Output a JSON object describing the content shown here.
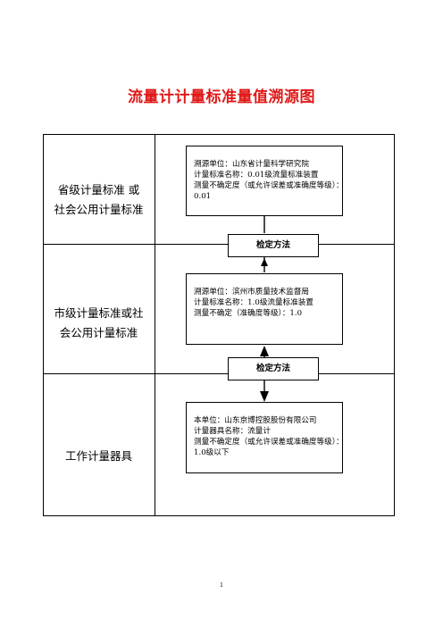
{
  "title": "流量计计量标准量值溯源图",
  "rows": [
    {
      "label_lines": [
        "省级计量标准 或",
        "社会公用计量标准"
      ]
    },
    {
      "label_lines": [
        "市级计量标准或社",
        "会公用计量标准"
      ]
    },
    {
      "label_lines": [
        "工作计量器具"
      ]
    }
  ],
  "boxes": [
    {
      "lines": [
        "溯源单位：山东省计量科学研究院",
        "计量标准名称：0.01级流量标准装置",
        "测量不确定度（或允许误差或准确度等级）：",
        "0.01"
      ]
    },
    {
      "lines": [
        "溯源单位：滨州市质量技术监督局",
        "计量标准名称：1.0级流量标准装置",
        "测量不确定（准确度等级）：1.0"
      ]
    },
    {
      "lines": [
        "本单位：山东京博控股股份有限公司",
        "计量器具名称：流量计",
        "测量不确定度（或允许误差或准确度等级）：",
        "1.0级以下"
      ]
    }
  ],
  "methods": [
    "检定方法",
    "检定方法"
  ],
  "page_number": "1"
}
